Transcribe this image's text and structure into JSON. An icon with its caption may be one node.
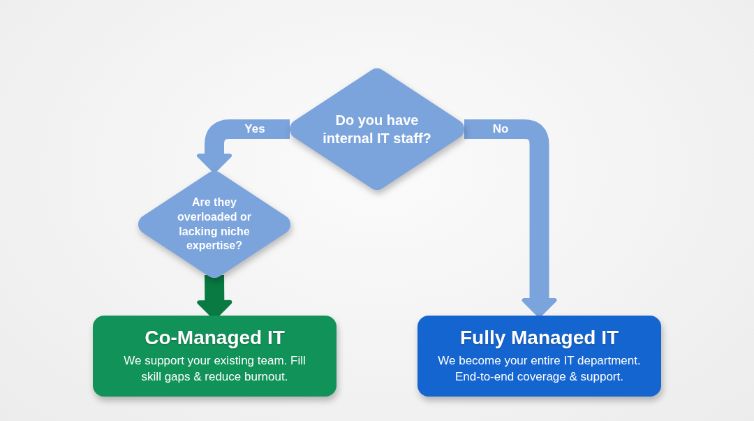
{
  "diagram": {
    "nodes": [
      {
        "text": [
          "Do you have internal IT staff?"
        ]
      },
      {
        "text": [
          "Are they overloaded or lacking niche expertise?"
        ]
      },
      {
        "text": [
          "Co-Managed IT",
          "We support your existing team. Fill skill gaps & reduce burnout."
        ]
      },
      {
        "text": [
          "Fully Managed IT",
          "We become your entire IT department. End-to-end coverage & support."
        ]
      }
    ],
    "edges": [
      {
        "from": 0,
        "to": 1,
        "arrow": "to",
        "label": "Yes"
      },
      {
        "from": 0,
        "to": 3,
        "arrow": "to",
        "label": "No"
      },
      {
        "from": 1,
        "to": 2,
        "arrow": "to",
        "color": "#087a42"
      }
    ]
  }
}
